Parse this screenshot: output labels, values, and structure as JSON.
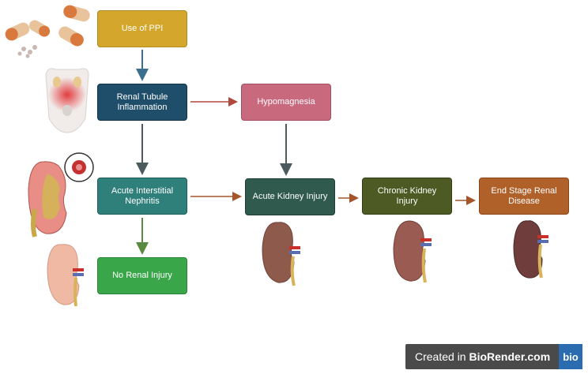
{
  "nodes": {
    "ppi": "Use of PPI",
    "renal_tubule": "Renal Tubule Inflammation",
    "hypomagnesia": "Hypomagnesia",
    "acute_interstitial": "Acute Interstitial Nephritis",
    "no_renal_injury": "No Renal Injury",
    "acute_kidney": "Acute Kidney Injury",
    "chronic_kidney": "Chronic Kidney Injury",
    "end_stage": "End Stage Renal Disease"
  },
  "badge": {
    "prefix": "Created in ",
    "brand": "BioRender.com",
    "logo": "bio"
  },
  "colors": {
    "ppi": "#d4a72c",
    "renal_tubule": "#1e4e6a",
    "hypomagnesia": "#c8697e",
    "acute_interstitial": "#2f7f7a",
    "no_renal_injury": "#3aa64a",
    "acute_kidney": "#2f5a4d",
    "chronic_kidney": "#4d5a23",
    "end_stage": "#b0612a"
  },
  "icons": [
    "pills-icon",
    "pelvis-inflammation-icon",
    "kidney-cross-section-icon",
    "healthy-kidney-icon",
    "acute-kidney-icon",
    "chronic-kidney-icon",
    "end-stage-kidney-icon"
  ]
}
